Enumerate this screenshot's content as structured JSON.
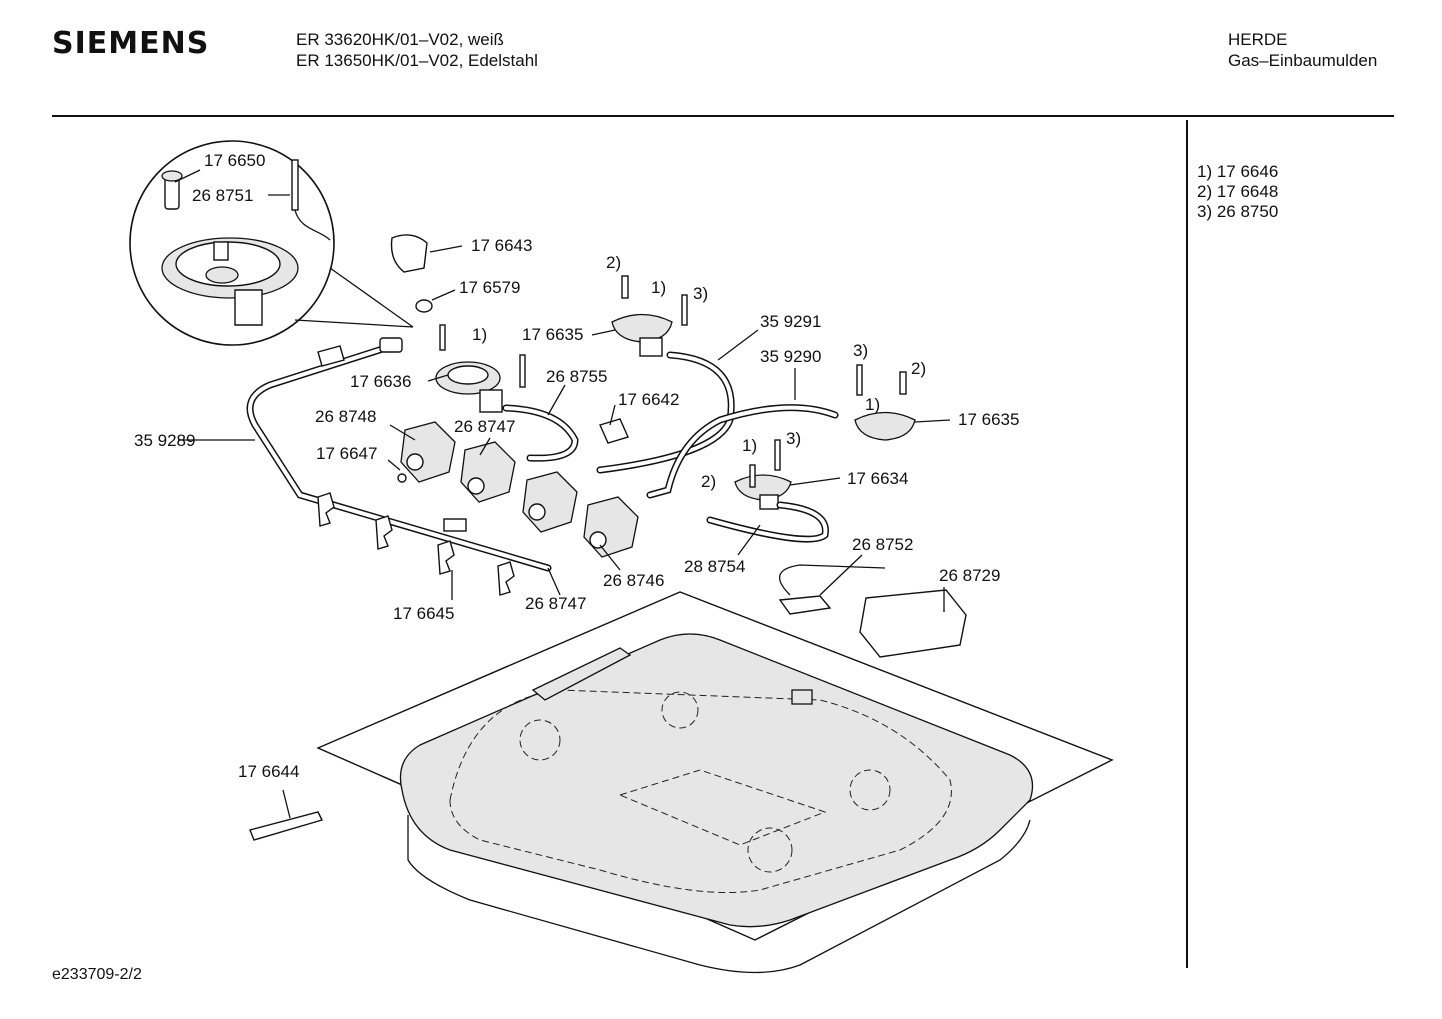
{
  "header": {
    "brand": "SIEMENS",
    "models": [
      "ER 33620HK/01–V02, weiß",
      "ER 13650HK/01–V02, Edelstahl"
    ],
    "category": [
      "HERDE",
      "Gas–Einbaumulden"
    ]
  },
  "legend": [
    "1) 17 6646",
    "2) 17 6648",
    "3) 26 8750"
  ],
  "footer": "e233709-2/2",
  "diagram": {
    "part_labels": {
      "p176650": "17 6650",
      "p268751": "26 8751",
      "p176643": "17 6643",
      "p176579": "17 6579",
      "p176635a": "17 6635",
      "p176636": "17 6636",
      "p268755": "26 8755",
      "p359291": "35 9291",
      "p359290": "35 9290",
      "p176642": "17 6642",
      "p268748": "26 8748",
      "p268747a": "26 8747",
      "p359289": "35 9289",
      "p176647": "17 6647",
      "p176635b": "17 6635",
      "p176634": "17 6634",
      "p268746": "26 8746",
      "p288754": "28 8754",
      "p268752": "26 8752",
      "p268729": "26 8729",
      "p268747b": "26 8747",
      "p176645": "17 6645",
      "p176644": "17 6644"
    },
    "ref_marks": {
      "one": "1)",
      "two": "2)",
      "three": "3)"
    }
  }
}
